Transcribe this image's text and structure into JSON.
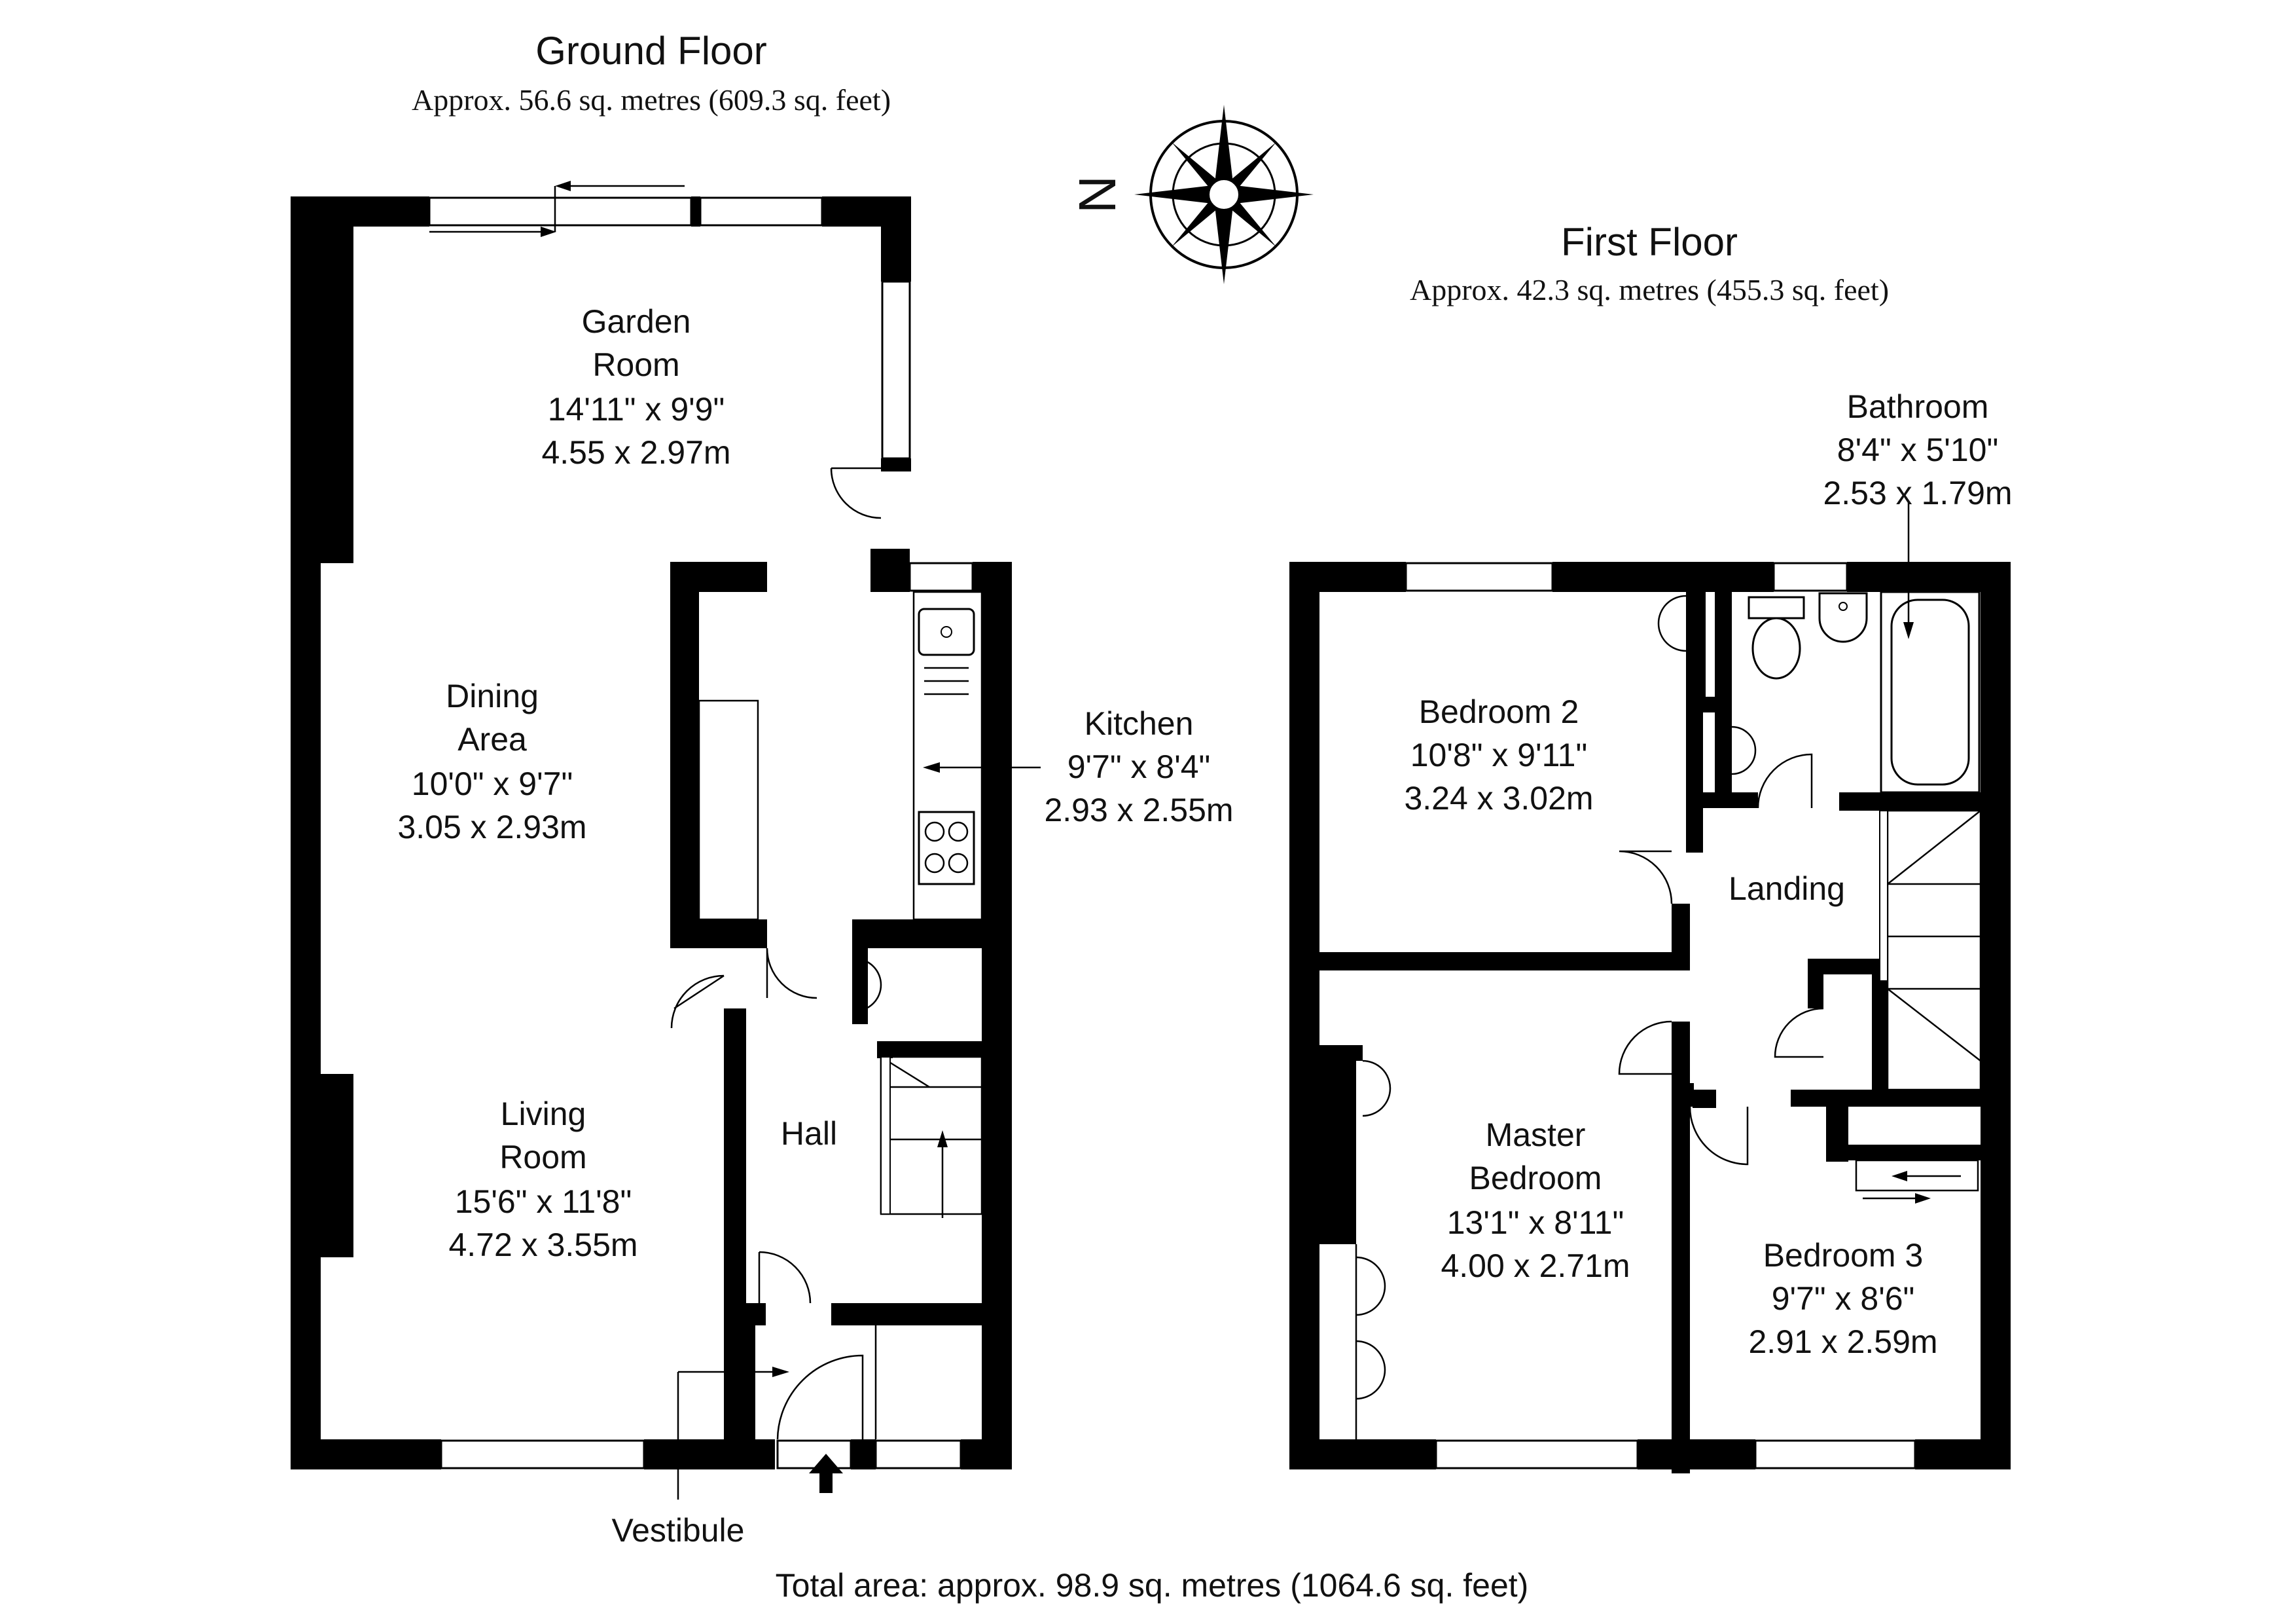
{
  "ground_floor": {
    "title": "Ground Floor",
    "area": "Approx. 56.6 sq. metres (609.3 sq. feet)",
    "rooms": {
      "garden_room": {
        "name_1": "Garden",
        "name_2": "Room",
        "imperial": "14'11\" x 9'9\"",
        "metric": "4.55 x 2.97m"
      },
      "dining_area": {
        "name_1": "Dining",
        "name_2": "Area",
        "imperial": "10'0\" x 9'7\"",
        "metric": "3.05 x 2.93m"
      },
      "living_room": {
        "name_1": "Living",
        "name_2": "Room",
        "imperial": "15'6\" x 11'8\"",
        "metric": "4.72 x 3.55m"
      },
      "kitchen": {
        "name": "Kitchen",
        "imperial": "9'7\" x 8'4\"",
        "metric": "2.93 x 2.55m"
      },
      "hall": {
        "name": "Hall"
      },
      "vestibule": {
        "name": "Vestibule"
      }
    }
  },
  "first_floor": {
    "title": "First Floor",
    "area": "Approx. 42.3 sq. metres (455.3 sq. feet)",
    "rooms": {
      "bathroom": {
        "name": "Bathroom",
        "imperial": "8'4\" x 5'10\"",
        "metric": "2.53 x 1.79m"
      },
      "bedroom_2": {
        "name": "Bedroom 2",
        "imperial": "10'8\" x 9'11\"",
        "metric": "3.24 x 3.02m"
      },
      "landing": {
        "name": "Landing"
      },
      "master_bedroom": {
        "name_1": "Master",
        "name_2": "Bedroom",
        "imperial": "13'1\" x 8'11\"",
        "metric": "4.00 x 2.71m"
      },
      "bedroom_3": {
        "name": "Bedroom 3",
        "imperial": "9'7\" x 8'6\"",
        "metric": "2.91 x 2.59m"
      }
    }
  },
  "compass": {
    "label": "N",
    "icon": "compass-rose-icon"
  },
  "total_area": "Total area: approx. 98.9 sq. metres (1064.6 sq. feet)"
}
